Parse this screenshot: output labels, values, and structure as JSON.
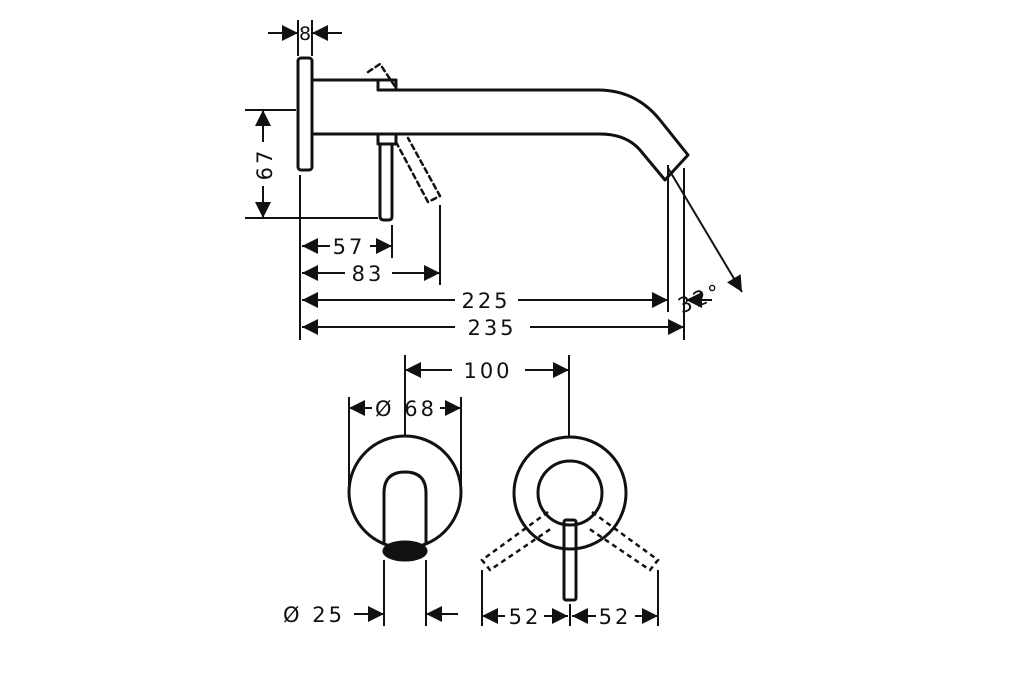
{
  "colors": {
    "line": "#111111",
    "background": "#ffffff",
    "nozzle": "#111111"
  },
  "dimensions": {
    "plate_thickness": "8",
    "plate_height": "67",
    "lever_offset": "57",
    "lever_reach": "83",
    "spout_length_short": "225",
    "spout_length_total": "235",
    "spout_angle": "32°",
    "centre_distance": "100",
    "rosette_diameter": "Ø 68",
    "spout_diameter": "Ø 25",
    "lever_swing_left": "52",
    "lever_swing_right": "52"
  }
}
